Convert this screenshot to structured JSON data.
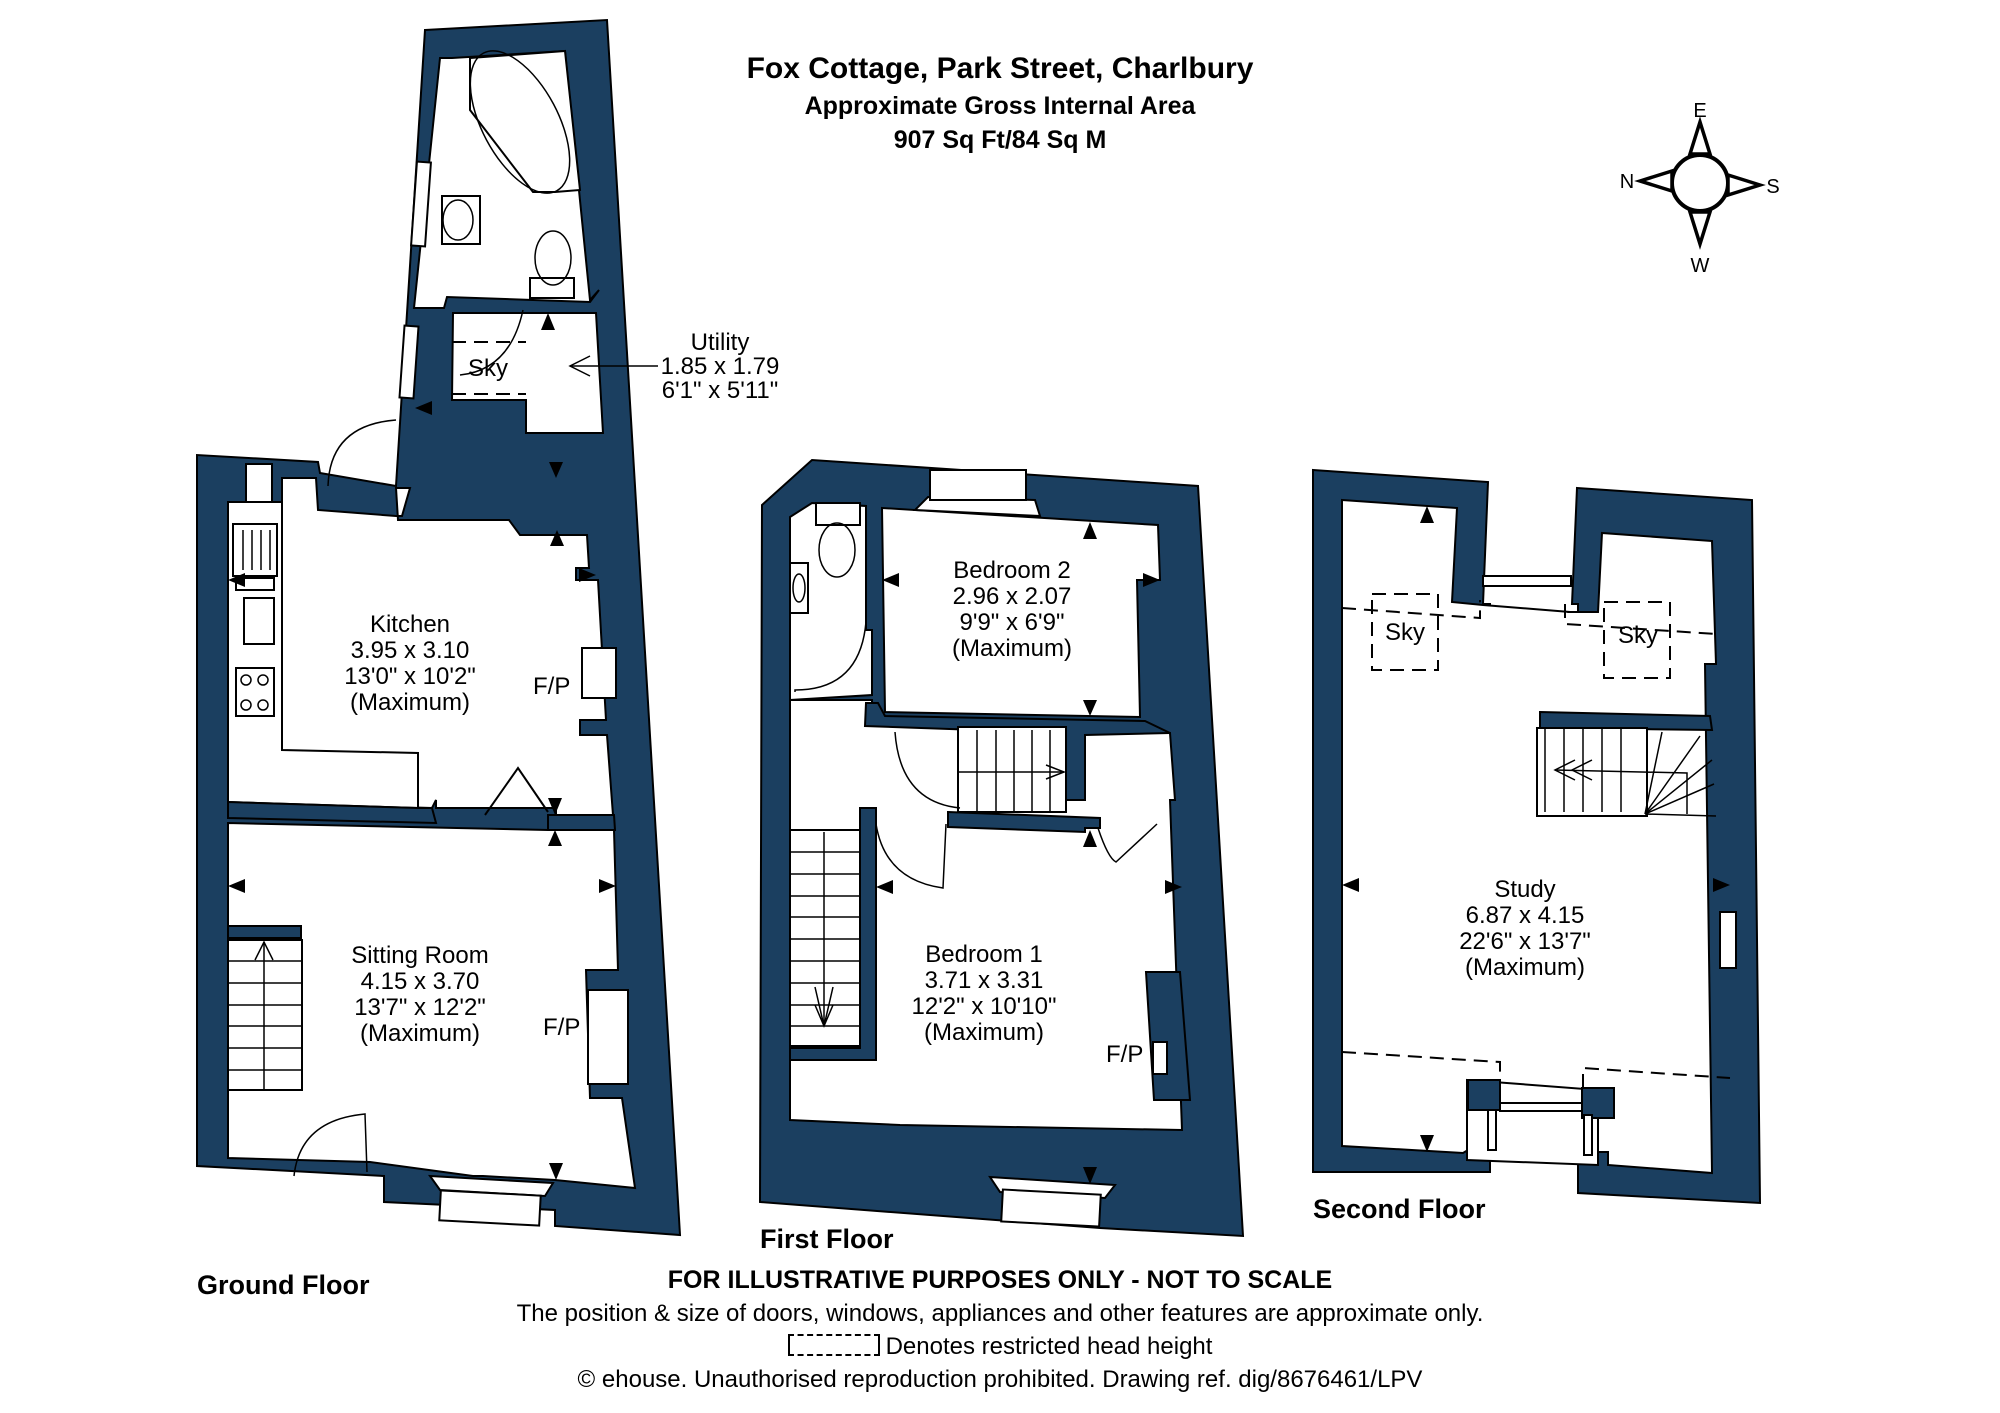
{
  "header": {
    "title": "Fox Cottage, Park Street, Charlbury",
    "subtitle": "Approximate Gross Internal Area",
    "area": "907 Sq Ft/84 Sq M"
  },
  "compass": {
    "north": "N",
    "east": "E",
    "south": "S",
    "west": "W"
  },
  "floors": {
    "ground": {
      "label": "Ground Floor"
    },
    "first": {
      "label": "First Floor"
    },
    "second": {
      "label": "Second Floor"
    }
  },
  "rooms": {
    "utility": {
      "name": "Utility",
      "metric": "1.85 x 1.79",
      "imperial": "6'1\" x 5'11\""
    },
    "kitchen": {
      "name": "Kitchen",
      "metric": "3.95 x 3.10",
      "imperial": "13'0\" x 10'2\"",
      "note": "(Maximum)"
    },
    "sitting_room": {
      "name": "Sitting Room",
      "metric": "4.15 x 3.70",
      "imperial": "13'7\" x 12'2\"",
      "note": "(Maximum)"
    },
    "bedroom2": {
      "name": "Bedroom 2",
      "metric": "2.96 x 2.07",
      "imperial": "9'9\" x 6'9\"",
      "note": "(Maximum)"
    },
    "bedroom1": {
      "name": "Bedroom 1",
      "metric": "3.71 x 3.31",
      "imperial": "12'2\" x 10'10\"",
      "note": "(Maximum)"
    },
    "study": {
      "name": "Study",
      "metric": "6.87 x 4.15",
      "imperial": "22'6\" x 13'7\"",
      "note": "(Maximum)"
    }
  },
  "annotations": {
    "fireplace": "F/P",
    "skylight": "Sky"
  },
  "footer": {
    "disclaimer": "FOR ILLUSTRATIVE PURPOSES ONLY - NOT TO SCALE",
    "note": "The position & size of doors, windows, appliances and other features are approximate only.",
    "legend": "Denotes restricted head height",
    "copyright": "© ehouse. Unauthorised reproduction prohibited. Drawing ref. dig/8676461/LPV"
  },
  "colors": {
    "wall": "#1b3f60",
    "background": "#ffffff",
    "line": "#000000"
  }
}
